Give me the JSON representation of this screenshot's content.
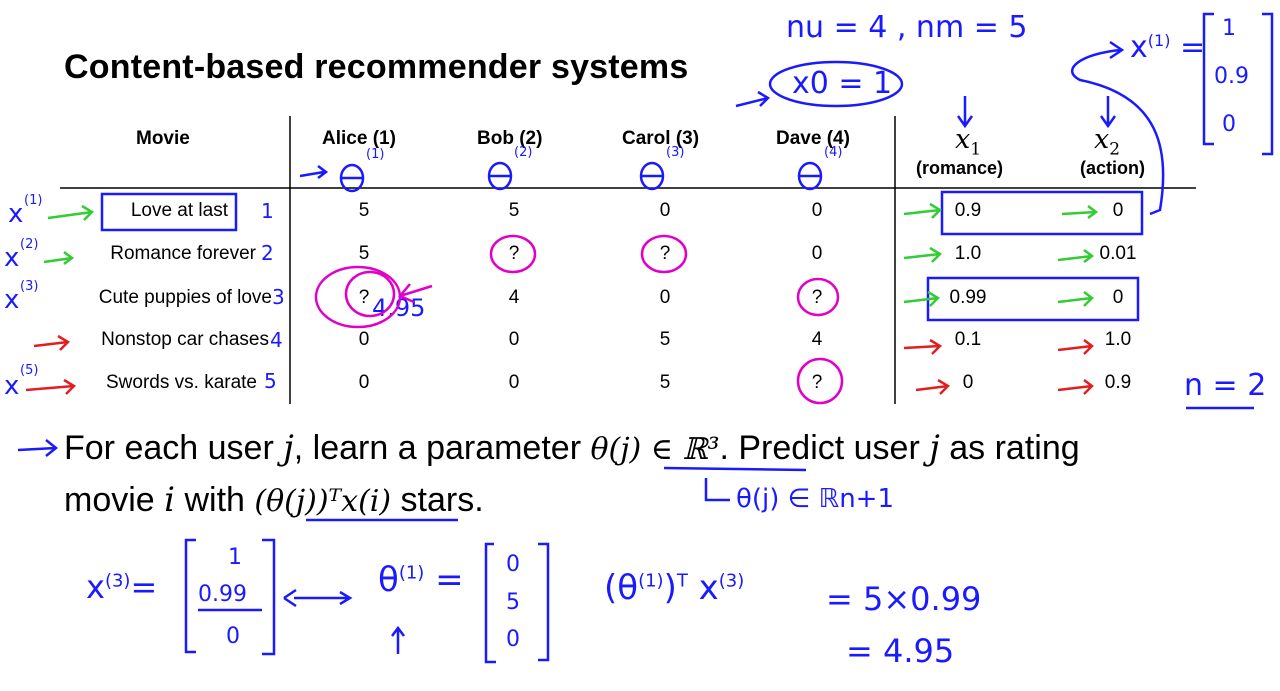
{
  "title": "Content-based recommender systems",
  "table": {
    "movie_header": "Movie",
    "users": [
      {
        "label": "Alice (1)",
        "param": "θ(1)"
      },
      {
        "label": "Bob (2)",
        "param": "θ(2)"
      },
      {
        "label": "Carol (3)",
        "param": "θ(3)"
      },
      {
        "label": "Dave (4)",
        "param": "θ(4)"
      }
    ],
    "features": [
      {
        "symbol": "x",
        "sub": "1",
        "label": "(romance)"
      },
      {
        "symbol": "x",
        "sub": "2",
        "label": "(action)"
      }
    ],
    "rows": [
      {
        "movie": "Love at last",
        "index": "1",
        "ratings": [
          "5",
          "5",
          "0",
          "0"
        ],
        "features": [
          "0.9",
          "0"
        ]
      },
      {
        "movie": "Romance forever",
        "index": "2",
        "ratings": [
          "5",
          "?",
          "?",
          "0"
        ],
        "features": [
          "1.0",
          "0.01"
        ]
      },
      {
        "movie": "Cute puppies of love",
        "index": "3",
        "ratings": [
          "?",
          "4",
          "0",
          "?"
        ],
        "features": [
          "0.99",
          "0"
        ]
      },
      {
        "movie": "Nonstop car chases",
        "index": "4",
        "ratings": [
          "0",
          "0",
          "5",
          "4"
        ],
        "features": [
          "0.1",
          "1.0"
        ]
      },
      {
        "movie": "Swords vs. karate",
        "index": "5",
        "ratings": [
          "0",
          "0",
          "5",
          "?"
        ],
        "features": [
          "0",
          "0.9"
        ]
      }
    ]
  },
  "bullet": {
    "line1_a": "For each user ",
    "line1_j": "j",
    "line1_b": ", learn a parameter ",
    "line1_theta": "θ(j) ∈ ℝ³",
    "line1_c": ". Predict user ",
    "line1_j2": "j",
    "line1_d": " as rating",
    "line2_a": "movie ",
    "line2_i": "i",
    "line2_b": " with ",
    "line2_expr": "(θ(j))ᵀx(i)",
    "line2_c": " stars."
  },
  "annotations": {
    "counts": "nu = 4 , nm = 5",
    "x0": "x0 = 1",
    "x1_vector": [
      "1",
      "0.9",
      "0"
    ],
    "predicted": "4.95",
    "n_value": "n = 2",
    "theta_dim": "θ(j) ∈ ℝn+1",
    "x3_vector": [
      "1",
      "0.99",
      "0"
    ],
    "theta1_vector": [
      "0",
      "5",
      "0"
    ],
    "product_line1": "= 5×0.99",
    "product_line2": "= 4.95"
  },
  "colors": {
    "ink_blue": "#1a1aff",
    "ink_magenta": "#e000c8",
    "ink_green": "#33cc33",
    "ink_red": "#e02020",
    "text": "#000000"
  }
}
